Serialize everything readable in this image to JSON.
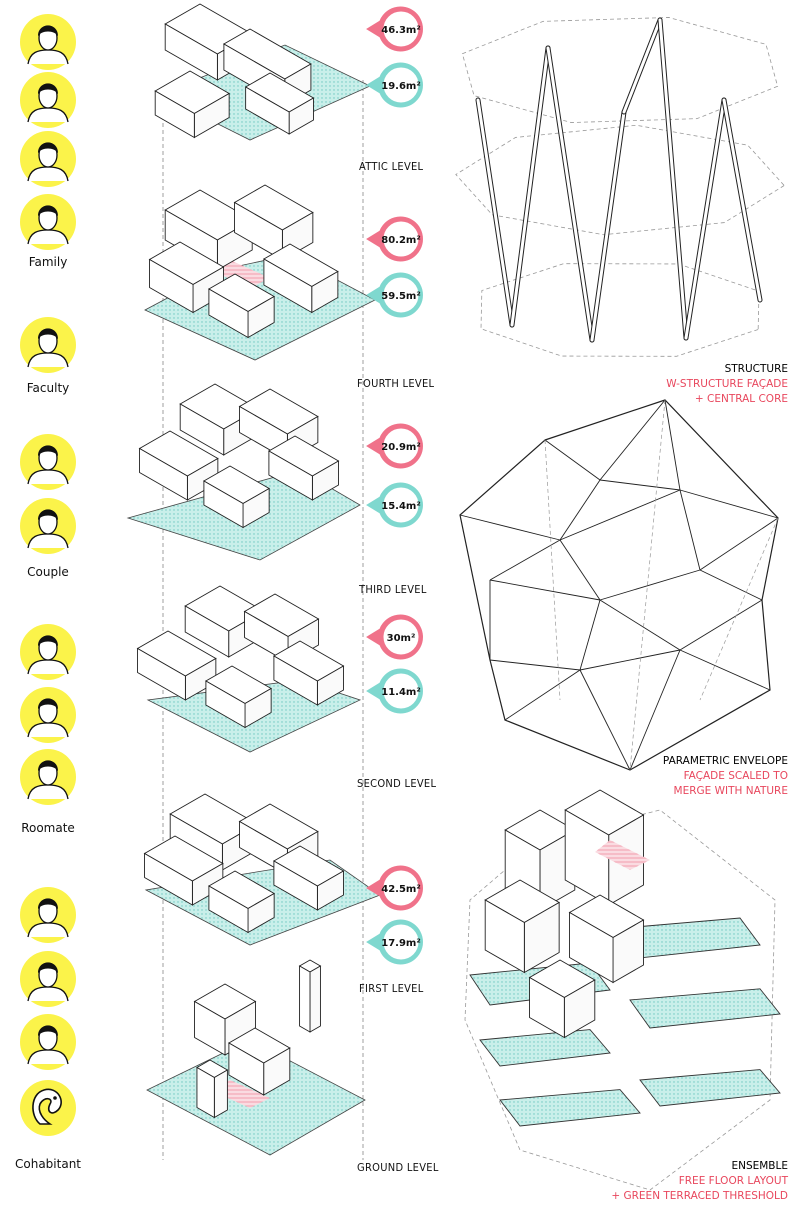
{
  "groups": [
    "Family",
    "Faculty",
    "Couple",
    "Roomate",
    "Cohabitant"
  ],
  "levels": [
    {
      "label": "ATTIC LEVEL",
      "private": "46.3m²",
      "shared": "19.6m²"
    },
    {
      "label": "FOURTH LEVEL",
      "private": "80.2m²",
      "shared": "59.5m²"
    },
    {
      "label": "THIRD LEVEL",
      "private": "20.9m²",
      "shared": "15.4m²"
    },
    {
      "label": "SECOND LEVEL",
      "private": "30m²",
      "shared": "11.4m²"
    },
    {
      "label": "FIRST LEVEL",
      "private": "42.5m²",
      "shared": "17.9m²"
    },
    {
      "label": "GROUND LEVEL",
      "private": "",
      "shared": ""
    }
  ],
  "captions": {
    "structure": {
      "title": "STRUCTURE",
      "line1": "W-STRUCTURE FAÇADE",
      "line2": "+ CENTRAL CORE"
    },
    "envelope": {
      "title": "PARAMETRIC ENVELOPE",
      "line1": "FAÇADE SCALED TO",
      "line2": "MERGE WITH NATURE"
    },
    "ensemble": {
      "title": "ENSEMBLE",
      "line1": "FREE FLOOR LAYOUT",
      "line2": "+ GREEN TERRACED  THRESHOLD"
    }
  },
  "colors": {
    "private": "#f0728a",
    "shared": "#7fd8cf",
    "avatar": "#fbf34a",
    "accent": "#e8475d"
  },
  "icons": [
    "person-avatar-icon",
    "squirrel-icon"
  ]
}
